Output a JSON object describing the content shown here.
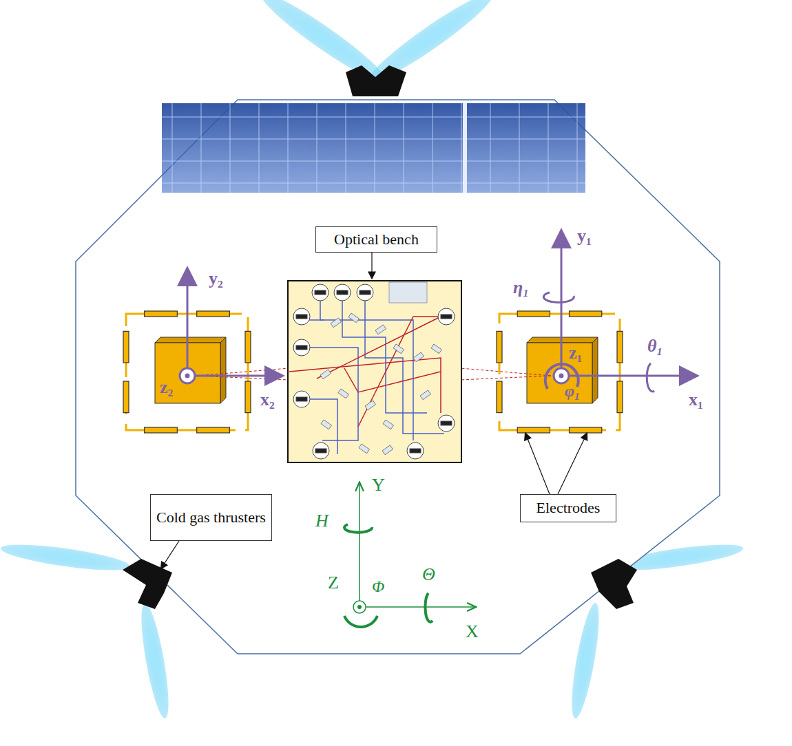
{
  "diagram": {
    "nodes": [
      {
        "text": [
          "Optical bench"
        ]
      },
      {
        "text": [
          "Cold gas thrusters"
        ]
      },
      {
        "text": [
          "Electrodes"
        ]
      }
    ],
    "labels": [
      "y₂",
      "x₂",
      "z₂",
      "y₁",
      "x₁",
      "z₁",
      "η₁",
      "θ₁",
      "φ₁",
      "Y",
      "X",
      "Z",
      "H",
      "Φ",
      "Θ"
    ]
  }
}
